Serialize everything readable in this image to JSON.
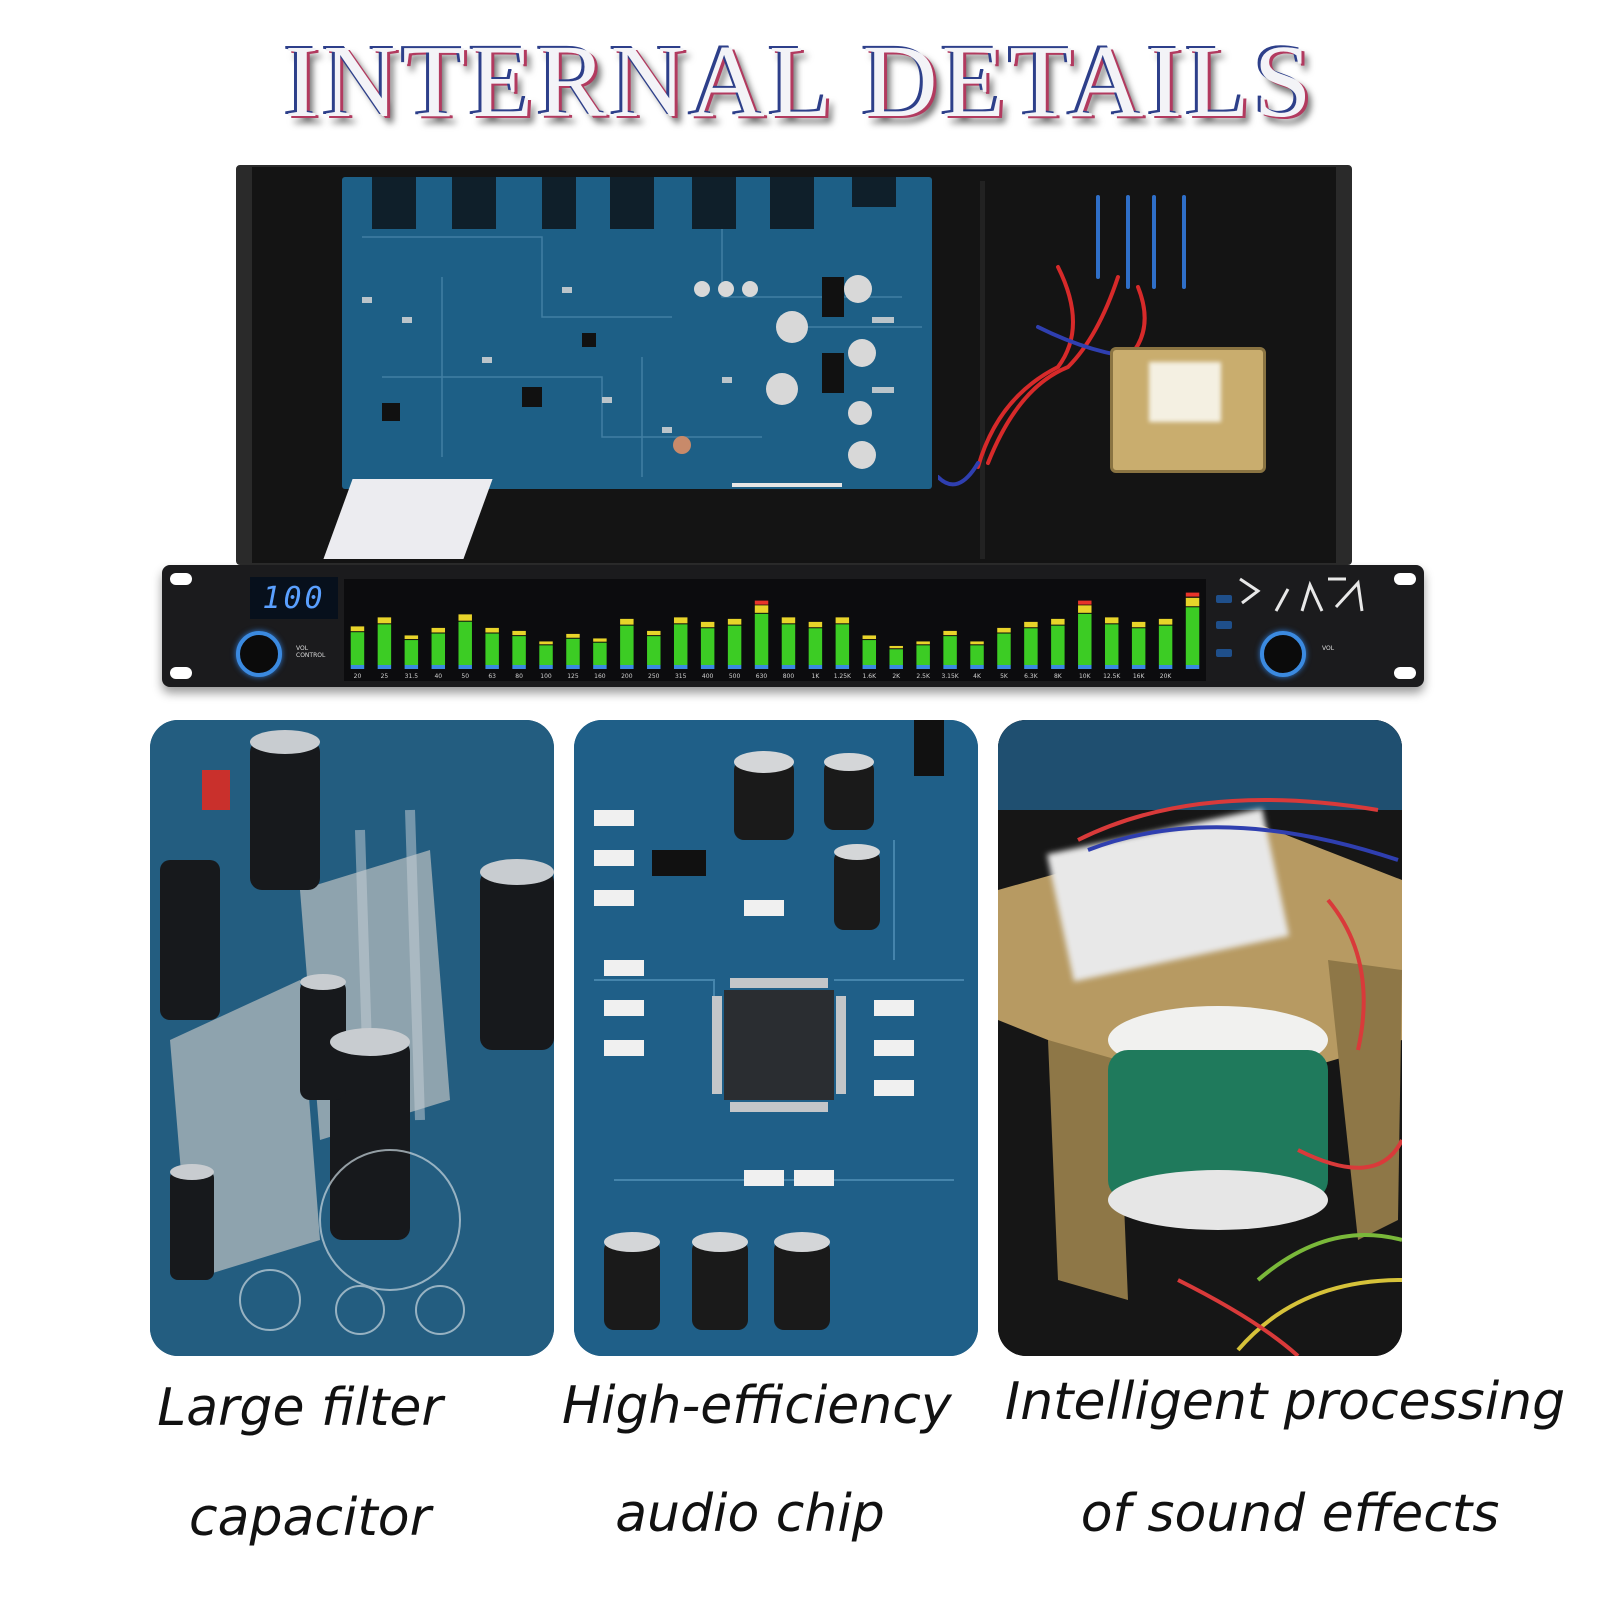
{
  "title": "INTERNAL DETAILS",
  "display": {
    "value": "100"
  },
  "front_panel": {
    "knob_left_label": "VOL CONTROL",
    "knob_right_label": "VOL",
    "bands": [
      "20",
      "25",
      "31.5",
      "40",
      "50",
      "63",
      "80",
      "100",
      "125",
      "160",
      "200",
      "250",
      "315",
      "400",
      "500",
      "630",
      "800",
      "1K",
      "1.25K",
      "1.6K",
      "2K",
      "2.5K",
      "3.15K",
      "4K",
      "5K",
      "6.3K",
      "8K",
      "10K",
      "12.5K",
      "16K",
      "20K"
    ],
    "band_levels": [
      0.5,
      0.62,
      0.38,
      0.48,
      0.66,
      0.48,
      0.44,
      0.3,
      0.4,
      0.34,
      0.6,
      0.44,
      0.62,
      0.56,
      0.6,
      0.78,
      0.62,
      0.56,
      0.62,
      0.38,
      0.24,
      0.3,
      0.44,
      0.3,
      0.48,
      0.56,
      0.6,
      0.78,
      0.62,
      0.56,
      0.6,
      0.88
    ]
  },
  "panels": [
    {
      "caption_line1": "Large filter",
      "caption_line2": "capacitor"
    },
    {
      "caption_line1": "High-efficiency",
      "caption_line2": "audio chip"
    },
    {
      "caption_line1": "Intelligent processing",
      "caption_line2": "of sound effects"
    }
  ],
  "colors": {
    "pcb": "#1d5f86",
    "bar_green": "#3ccc24",
    "bar_yellow": "#e8d42a",
    "bar_red": "#e8342a",
    "accent_blue": "#3b8ae0"
  }
}
